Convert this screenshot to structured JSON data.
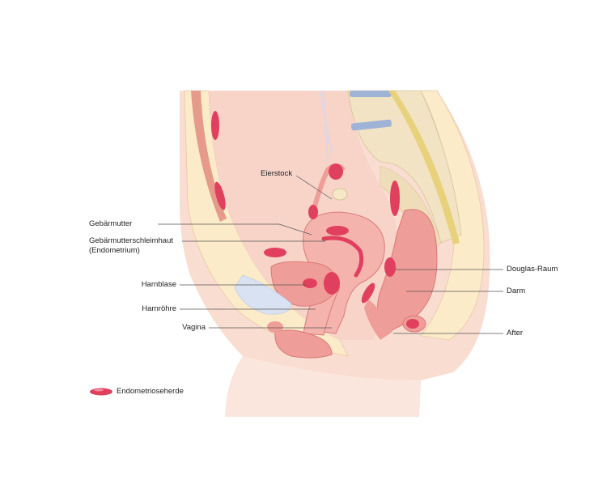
{
  "labels": {
    "ovary": "Eierstock",
    "uterus": "Gebärmutter",
    "endometrium_line1": "Gebärmutterschleimhaut",
    "endometrium_line2": "(Endometrium)",
    "bladder": "Harnblase",
    "urethra": "Harnröhre",
    "vagina": "Vagina",
    "douglas": "Douglas-Raum",
    "bowel": "Darm",
    "anus": "After"
  },
  "legend": {
    "label": "Endometrioseherde",
    "icon": "endometriosis-lesion-icon",
    "color": "#e0405e"
  },
  "colors": {
    "skin": "#f9ddd1",
    "fat": "#fbebc9",
    "cavity": "#f7d3c8",
    "organ": "#ef9d98",
    "bladder": "#d9e2f2",
    "lesion": "#e0405e",
    "bone": "#f1e3c3",
    "disc": "#9fb3d6"
  }
}
